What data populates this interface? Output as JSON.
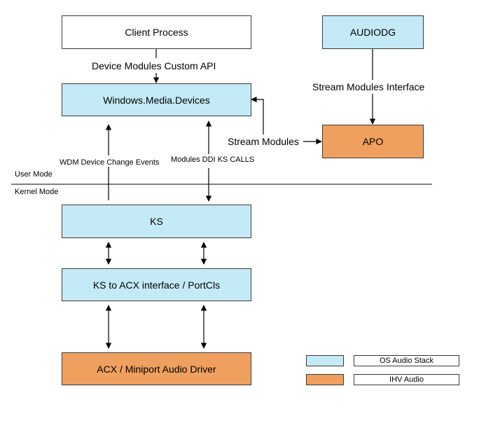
{
  "boxes": {
    "client_process": "Client Process",
    "audiodg": "AUDIODG",
    "windows_media_devices": "Windows.Media.Devices",
    "apo": "APO",
    "ks": "KS",
    "ks_acx_interface": "KS to ACX interface / PortCls",
    "acx_miniport": "ACX / Miniport Audio Driver"
  },
  "labels": {
    "device_modules_api": "Device Modules Custom API",
    "stream_modules_interface": "Stream Modules Interface",
    "stream_modules": "Stream Modules",
    "wdm_change_events": "WDM Device Change Events",
    "modules_ddi": "Modules DDI KS CALLS",
    "user_mode": "User Mode",
    "kernel_mode": "Kernel Mode"
  },
  "legend": {
    "os_audio_stack": "OS Audio Stack",
    "ihv_audio": "IHV Audio"
  },
  "colors": {
    "os_audio_stack": "#c5eaf7",
    "ihv_audio": "#f0a05e",
    "process_box": "#ffffff",
    "border": "#3a3a3a"
  }
}
